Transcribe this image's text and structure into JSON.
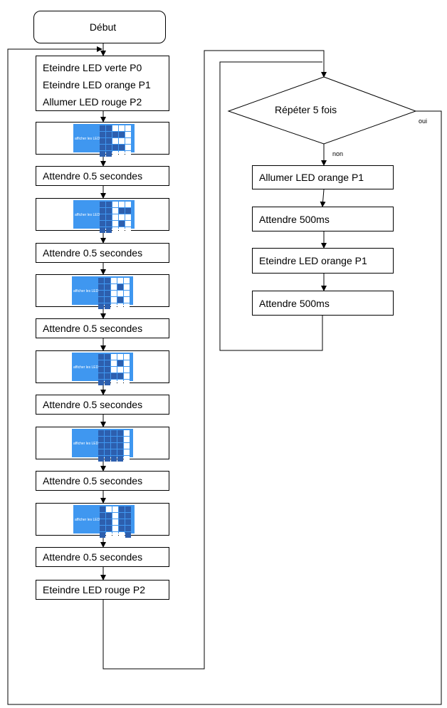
{
  "start": {
    "label": "Début"
  },
  "init": {
    "lines": [
      "Eteindre LED verte P0",
      "Eteindre LED orange P1",
      "Allumer LED rouge P2"
    ]
  },
  "display_block": {
    "label": "afficher les LED"
  },
  "matrices": [
    [
      0,
      0,
      1,
      1,
      1,
      0,
      0,
      0,
      0,
      1,
      0,
      0,
      1,
      1,
      1,
      0,
      0,
      0,
      0,
      1,
      0,
      0,
      1,
      1,
      1
    ],
    [
      0,
      0,
      1,
      1,
      1,
      0,
      0,
      1,
      0,
      0,
      0,
      0,
      1,
      1,
      1,
      0,
      0,
      1,
      0,
      1,
      0,
      0,
      1,
      1,
      1
    ],
    [
      0,
      0,
      1,
      1,
      1,
      0,
      0,
      1,
      0,
      1,
      0,
      0,
      1,
      1,
      1,
      0,
      0,
      1,
      0,
      1,
      0,
      0,
      1,
      1,
      1
    ],
    [
      0,
      0,
      1,
      1,
      1,
      0,
      0,
      1,
      0,
      1,
      0,
      0,
      1,
      1,
      1,
      0,
      0,
      0,
      0,
      1,
      0,
      0,
      1,
      1,
      1
    ],
    [
      0,
      0,
      0,
      0,
      1,
      0,
      0,
      0,
      0,
      1,
      0,
      0,
      0,
      0,
      1,
      0,
      0,
      0,
      0,
      1,
      0,
      0,
      0,
      0,
      1
    ],
    [
      0,
      1,
      1,
      0,
      0,
      0,
      0,
      1,
      0,
      0,
      0,
      0,
      1,
      0,
      0,
      0,
      0,
      1,
      0,
      0,
      0,
      1,
      1,
      1,
      0
    ]
  ],
  "wait_label": "Attendre 0.5 secondes",
  "final": {
    "label": "Eteindre LED rouge P2"
  },
  "loop": {
    "condition": "Répéter 5 fois",
    "yes": "oui",
    "no": "non",
    "steps": [
      "Allumer LED orange P1",
      "Attendre 500ms",
      "Eteindre LED orange P1",
      "Attendre 500ms"
    ]
  }
}
